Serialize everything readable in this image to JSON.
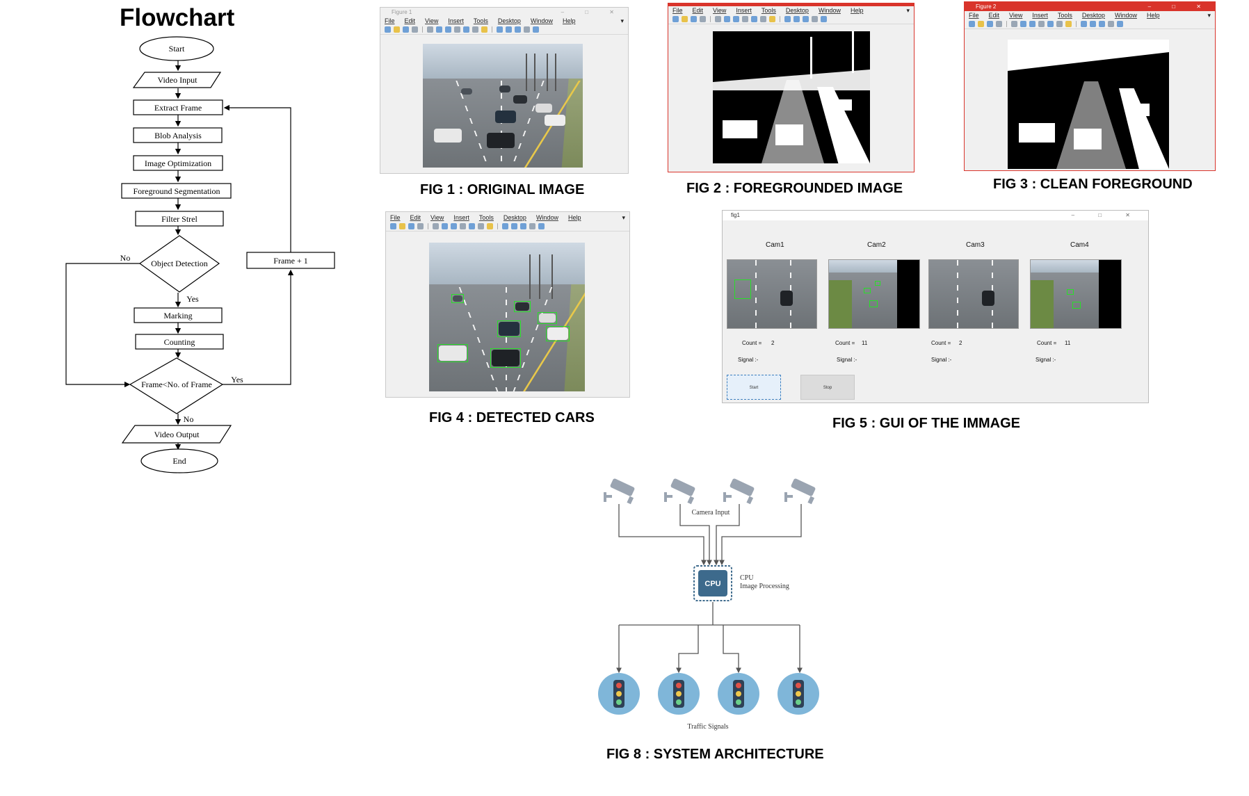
{
  "flowchart": {
    "title": "Flowchart",
    "nodes": {
      "start": "Start",
      "video_input": "Video Input",
      "extract_frame": "Extract Frame",
      "blob_analysis": "Blob Analysis",
      "image_optimization": "Image Optimization",
      "foreground_segmentation": "Foreground Segmentation",
      "filter_strel": "Filter Strel",
      "object_detection": "Object Detection",
      "frame_plus_1": "Frame + 1",
      "marking": "Marking",
      "counting": "Counting",
      "frame_check": "Frame<No. of Frame",
      "video_output": "Video Output",
      "end": "End"
    },
    "edge_labels": {
      "od_no": "No",
      "od_yes": "Yes",
      "fc_yes": "Yes",
      "fc_no": "No"
    }
  },
  "fig1": {
    "caption": "FIG 1 : ORIGINAL IMAGE",
    "window_title": "Figure 1",
    "menu": [
      "File",
      "Edit",
      "View",
      "Insert",
      "Tools",
      "Desktop",
      "Window",
      "Help"
    ]
  },
  "fig2": {
    "caption": "FIG 2 : FOREGROUNDED IMAGE",
    "menu": [
      "File",
      "Edit",
      "View",
      "Insert",
      "Tools",
      "Desktop",
      "Window",
      "Help"
    ]
  },
  "fig3": {
    "caption": "FIG 3 : CLEAN FOREGROUND",
    "window_title": "Figure 2",
    "menu": [
      "File",
      "Edit",
      "View",
      "Insert",
      "Tools",
      "Desktop",
      "Window",
      "Help"
    ]
  },
  "fig4": {
    "caption": "FIG 4 : DETECTED CARS",
    "menu": [
      "File",
      "Edit",
      "View",
      "Insert",
      "Tools",
      "Desktop",
      "Window",
      "Help"
    ]
  },
  "fig5": {
    "caption": "FIG 5 : GUI OF THE IMMAGE",
    "window_title": "fig1",
    "cams": [
      {
        "label": "Cam1",
        "count_label": "Count =",
        "count": "2",
        "signal_label": "Signal :-"
      },
      {
        "label": "Cam2",
        "count_label": "Count =",
        "count": "11",
        "signal_label": "Signal :-"
      },
      {
        "label": "Cam3",
        "count_label": "Count =",
        "count": "2",
        "signal_label": "Signal :-"
      },
      {
        "label": "Cam4",
        "count_label": "Count =",
        "count": "11",
        "signal_label": "Signal :-"
      }
    ],
    "buttons": {
      "start": "Start",
      "stop": "Stop"
    }
  },
  "fig8": {
    "caption": "FIG 8 : SYSTEM ARCHITECTURE",
    "camera_input": "Camera Input",
    "cpu_chip": "CPU",
    "cpu_label": "CPU",
    "cpu_sublabel": "Image Processing",
    "traffic_signals": "Traffic Signals"
  },
  "colors": {
    "detection_box": "#28e028",
    "camera_gray": "#9aa4b1",
    "cpu_blue": "#3d6a8c",
    "signal_circle": "#7fb6d9",
    "title_bar_red": "#d9342b"
  }
}
